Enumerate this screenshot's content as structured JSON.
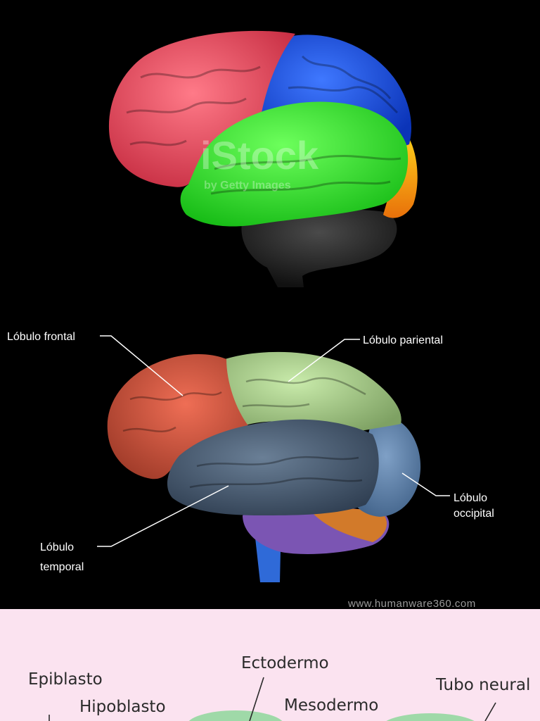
{
  "panel1": {
    "watermark": "iStock",
    "watermark_sub": "by Getty Images"
  },
  "panel2": {
    "labels": {
      "frontal": "Lóbulo frontal",
      "parietal": "Lóbulo pariental",
      "occipital_1": "Lóbulo",
      "occipital_2": "occipital",
      "temporal_1": "Lóbulo",
      "temporal_2": "temporal"
    },
    "credit": "www.humanware360.com"
  },
  "panel3": {
    "labels": {
      "epiblasto": "Epiblasto",
      "hipoblasto": "Hipoblasto",
      "ectodermo": "Ectodermo",
      "mesodermo": "Mesodermo",
      "tubo_neural": "Tubo neural"
    }
  },
  "colors": {
    "frontal_top": "#e8455a",
    "parietal_top": "#1a4fe0",
    "temporal_top": "#1fe01f",
    "occipital_top": "#f3a20a",
    "cerebellum_top": "#262626",
    "frontal_bottom": "#d4573f",
    "parietal_bottom": "#a7c98a",
    "temporal_bottom": "#4d6178",
    "occipital_bottom": "#5f7fa6",
    "panel3_bg": "#fbe3f0",
    "tissue_green": "#9fd9a8"
  }
}
